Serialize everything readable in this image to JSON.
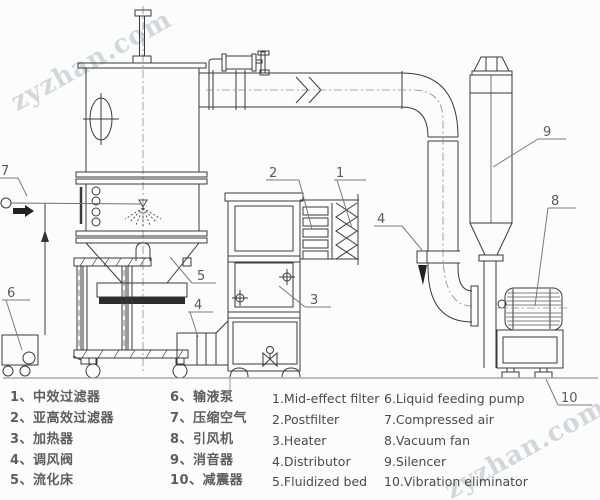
{
  "watermark": {
    "text": "zyzhan.com",
    "color": "#a8b0ba"
  },
  "callouts": {
    "c1": "1",
    "c2": "2",
    "c3": "3",
    "c4_top": "4",
    "c4_bottom": "4",
    "c5": "5",
    "c6": "6",
    "c7": "7",
    "c8": "8",
    "c9": "9",
    "c10": "10"
  },
  "legend": {
    "cn": [
      "1、中效过滤器",
      "2、亚高效过滤器",
      "3、加热器",
      "4、调风阀",
      "5、流化床",
      "6、输液泵",
      "7、压缩空气",
      "8、引风机",
      "9、消音器",
      "10、减震器"
    ],
    "en": [
      "1.Mid-effect filter",
      "2.Postfilter",
      "3.Heater",
      "4.Distributor",
      "5.Fluidized bed",
      "6.Liquid feeding pump",
      "7.Compressed air",
      "8.Vacuum fan",
      "9.Silencer",
      "10.Vibration eliminator"
    ]
  },
  "colors": {
    "line": "#3a3a3a",
    "annotation": "#777777",
    "ground": "#9a9a9a",
    "background": "#fcfcfc"
  }
}
